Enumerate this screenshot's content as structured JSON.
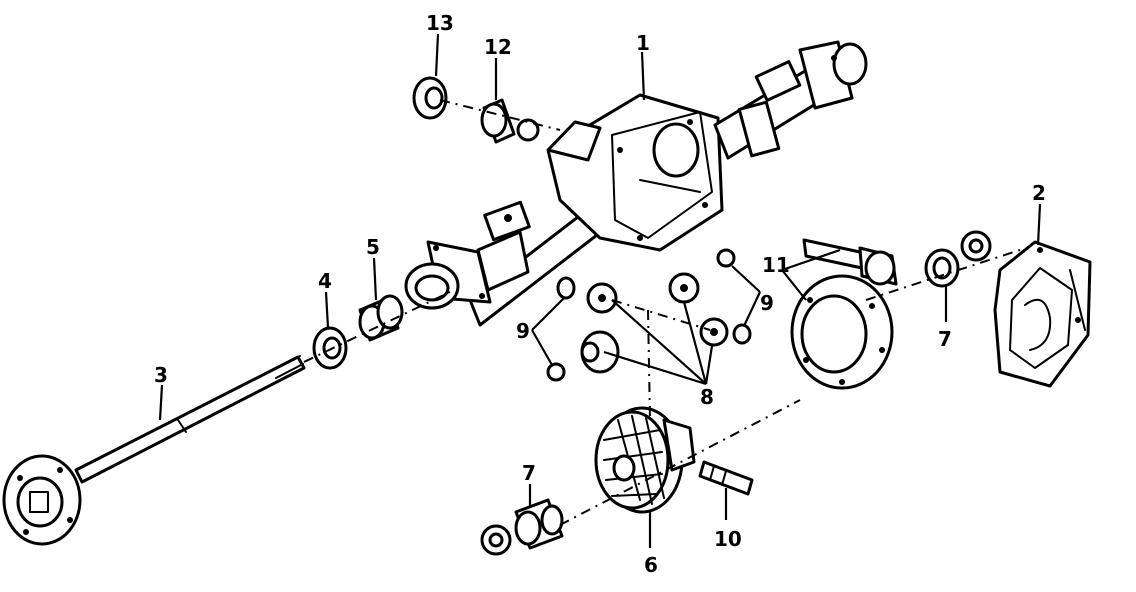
{
  "callouts": {
    "c1": "1",
    "c2": "2",
    "c3": "3",
    "c4": "4",
    "c5": "5",
    "c6": "6",
    "c7a": "7",
    "c7b": "7",
    "c8": "8",
    "c9a": "9",
    "c9b": "9",
    "c10": "10",
    "c11": "11",
    "c12": "12",
    "c13": "13"
  },
  "colors": {
    "ink": "#000000",
    "paper": "#ffffff"
  }
}
